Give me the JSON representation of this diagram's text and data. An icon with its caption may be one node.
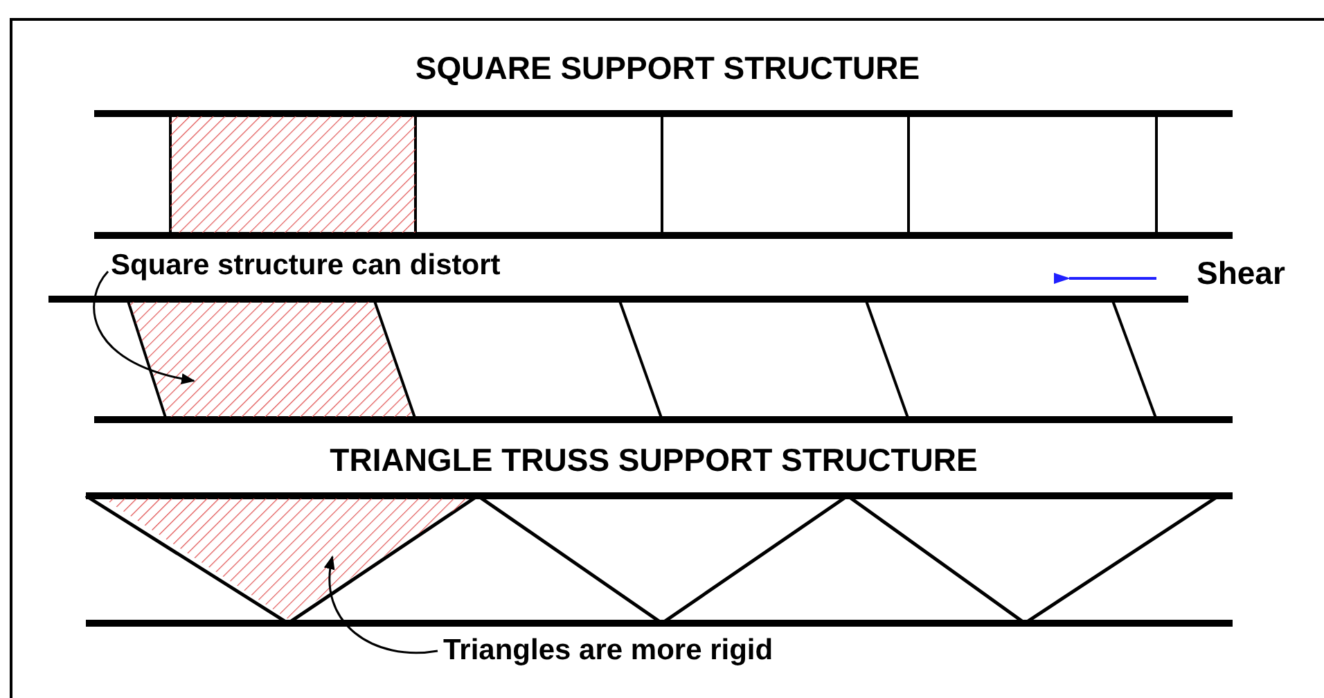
{
  "diagram": {
    "nodes": [
      {
        "text": [
          "Square structure can distort"
        ]
      },
      {
        "text": [],
        "shape": "parallelogram"
      },
      {
        "text": [
          "Triangles are more rigid"
        ]
      },
      {
        "text": [],
        "shape": "triangle"
      }
    ],
    "edges": [
      {
        "from": 0,
        "to": 1,
        "arrow": "to"
      },
      {
        "from": 2,
        "to": 3,
        "arrow": "to"
      }
    ],
    "labels": [
      "SQUARE SUPPORT STRUCTURE",
      "Shear",
      "TRIANGLE TRUSS SUPPORT STRUCTURE"
    ]
  }
}
